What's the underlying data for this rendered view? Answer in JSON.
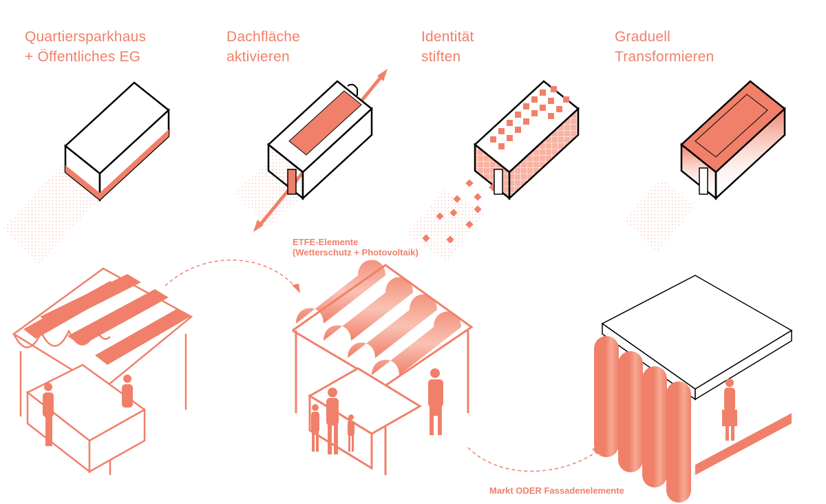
{
  "colors": {
    "accent": "#F0806A",
    "ink": "#000000",
    "paper": "#ffffff"
  },
  "steps": [
    {
      "title": "Quartiersparkhaus\n+ Öffentliches EG",
      "icon": "building-block-icon"
    },
    {
      "title": "Dachfläche\naktivieren",
      "icon": "roof-activation-icon"
    },
    {
      "title": "Identität\nstiften",
      "icon": "pixel-facade-icon"
    },
    {
      "title": "Graduell\nTransformieren",
      "icon": "gradual-transform-icon"
    }
  ],
  "annotations": {
    "etfe": "ETFE-Elemente\n(Wetterschutz + Photovoltaik)",
    "markt": "Markt ODER Fassadenelemente"
  },
  "illustrations": {
    "stall_striped": "striped-market-stall-icon",
    "stall_etfe": "etfe-roof-stall-icon",
    "facade_module": "facade-module-icon"
  }
}
